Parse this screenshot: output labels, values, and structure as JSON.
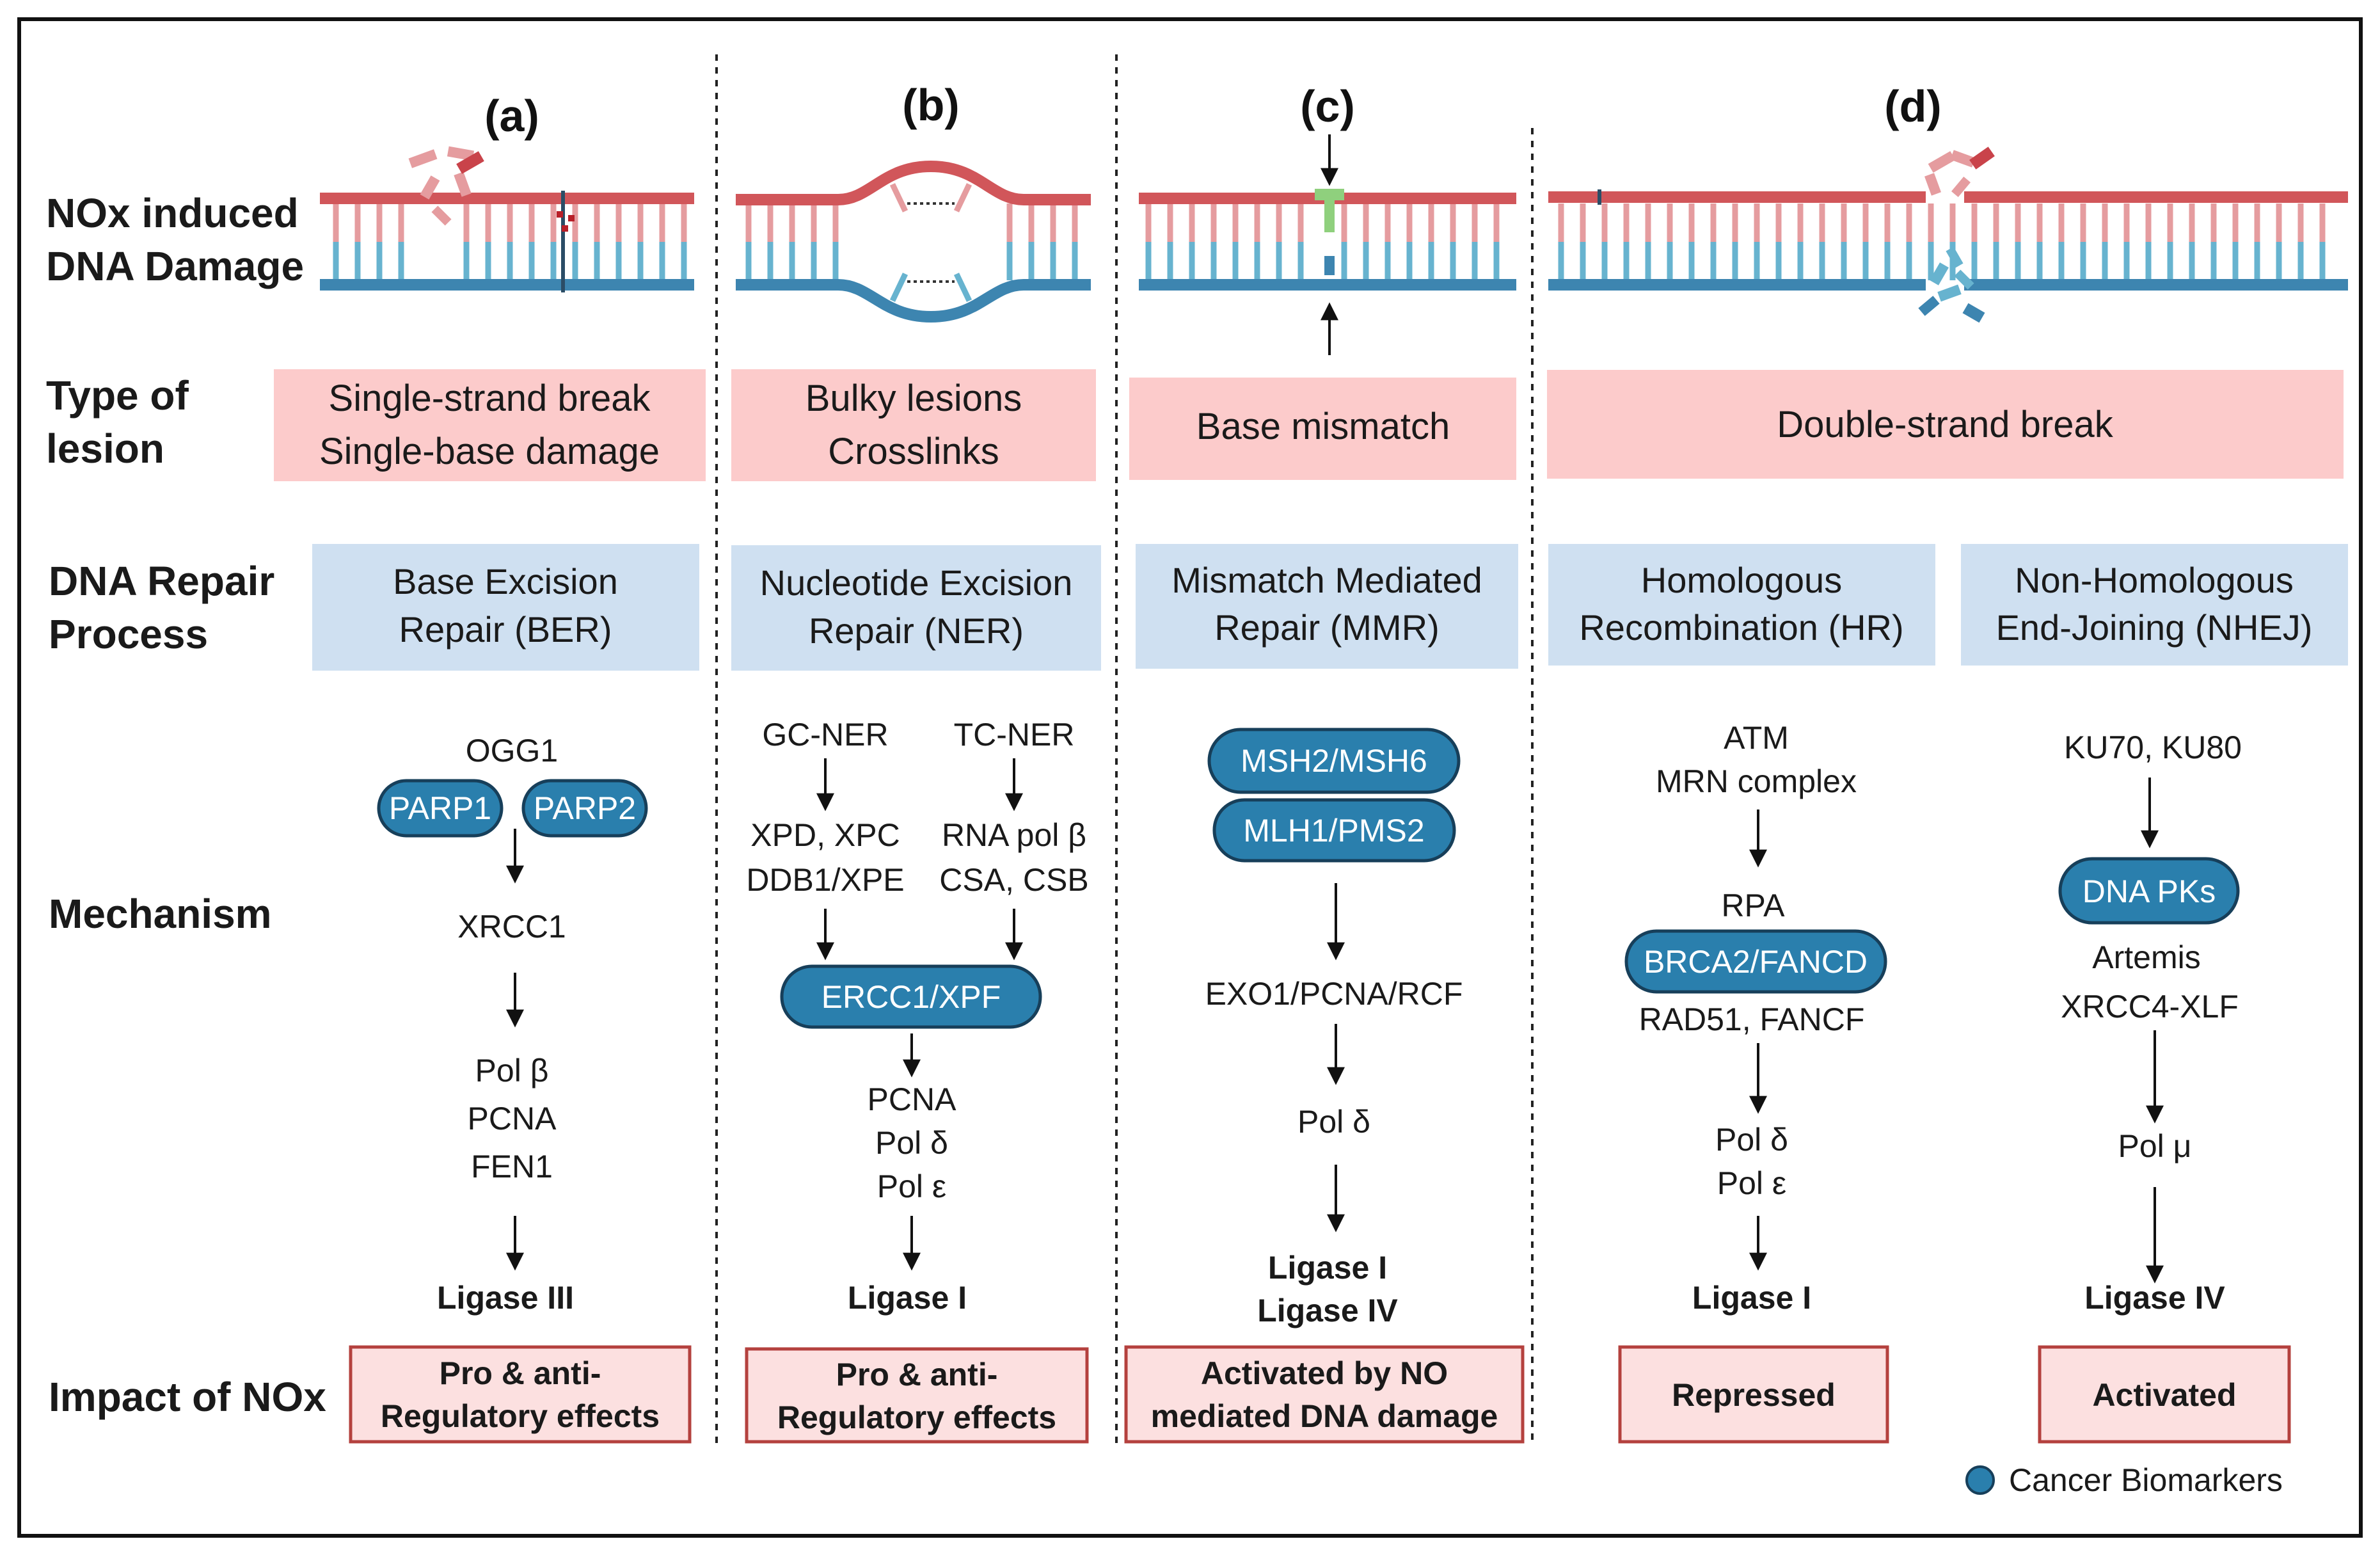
{
  "columns": [
    {
      "label": "(a)"
    },
    {
      "label": "(b)"
    },
    {
      "label": "(c)"
    },
    {
      "label": "(d)"
    }
  ],
  "row_labels": {
    "damage": [
      "NOx induced",
      "DNA Damage"
    ],
    "lesion": [
      "Type of",
      "lesion"
    ],
    "process": [
      "DNA Repair",
      "Process"
    ],
    "mechanism": [
      "Mechanism"
    ],
    "impact": [
      "Impact of NOx"
    ]
  },
  "lesions": [
    [
      "Single-strand break",
      "Single-base damage"
    ],
    [
      "Bulky lesions",
      "Crosslinks"
    ],
    [
      "Base mismatch"
    ],
    [
      "Double-strand break"
    ]
  ],
  "processes": [
    [
      "Base Excision",
      "Repair (BER)"
    ],
    [
      "Nucleotide Excision",
      "Repair (NER)"
    ],
    [
      "Mismatch Mediated",
      "Repair (MMR)"
    ],
    [
      "Homologous",
      "Recombination (HR)"
    ],
    [
      "Non-Homologous",
      "End-Joining (NHEJ)"
    ]
  ],
  "mechanisms": {
    "ber": {
      "top": "OGG1",
      "badges": [
        "PARP1",
        "PARP2"
      ],
      "step2": "XRCC1",
      "step3": [
        "Pol β",
        "PCNA",
        "FEN1"
      ],
      "ligase": "Ligase III"
    },
    "ner": {
      "left_head": "GC-NER",
      "right_head": "TC-NER",
      "left_items": [
        "XPD, XPC",
        "DDB1/XPE"
      ],
      "right_items": [
        "RNA pol β",
        "CSA, CSB"
      ],
      "badge": "ERCC1/XPF",
      "step3": [
        "PCNA",
        "Pol δ",
        "Pol ε"
      ],
      "ligase": "Ligase I"
    },
    "mmr": {
      "badges": [
        "MSH2/MSH6",
        "MLH1/PMS2"
      ],
      "step2": "EXO1/PCNA/RCF",
      "step3": "Pol δ",
      "ligase": [
        "Ligase I",
        "Ligase IV"
      ]
    },
    "hr": {
      "top": [
        "ATM",
        "MRN complex"
      ],
      "step2_top": "RPA",
      "badge": "BRCA2/FANCD",
      "step2_bottom": "RAD51, FANCF",
      "step3": [
        "Pol δ",
        "Pol ε"
      ],
      "ligase": "Ligase I"
    },
    "nhej": {
      "top": "KU70, KU80",
      "badge": "DNA PKs",
      "step2": [
        "Artemis",
        "XRCC4-XLF"
      ],
      "step3": "Pol μ",
      "ligase": "Ligase IV"
    }
  },
  "impacts": [
    [
      "Pro & anti-",
      "Regulatory effects"
    ],
    [
      "Pro & anti-",
      "Regulatory effects"
    ],
    [
      "Activated by NO",
      "mediated DNA damage"
    ],
    [
      "Repressed"
    ],
    [
      "Activated"
    ]
  ],
  "legend": {
    "label": "Cancer Biomarkers",
    "icon": "blue-circle-icon"
  },
  "colors": {
    "strand_red": "#d1565a",
    "strand_blue": "#3d85b0",
    "rung_red": "#e59c9f",
    "rung_blue": "#67b3cf",
    "lesion_fill": "#fccbcb",
    "process_fill": "#cfe0f1",
    "impact_fill": "#fce0e0",
    "impact_border": "#b4413e",
    "badge_fill": "#2a7fad",
    "badge_border": "#173f5a",
    "mismatch_green": "#8fd07d"
  }
}
